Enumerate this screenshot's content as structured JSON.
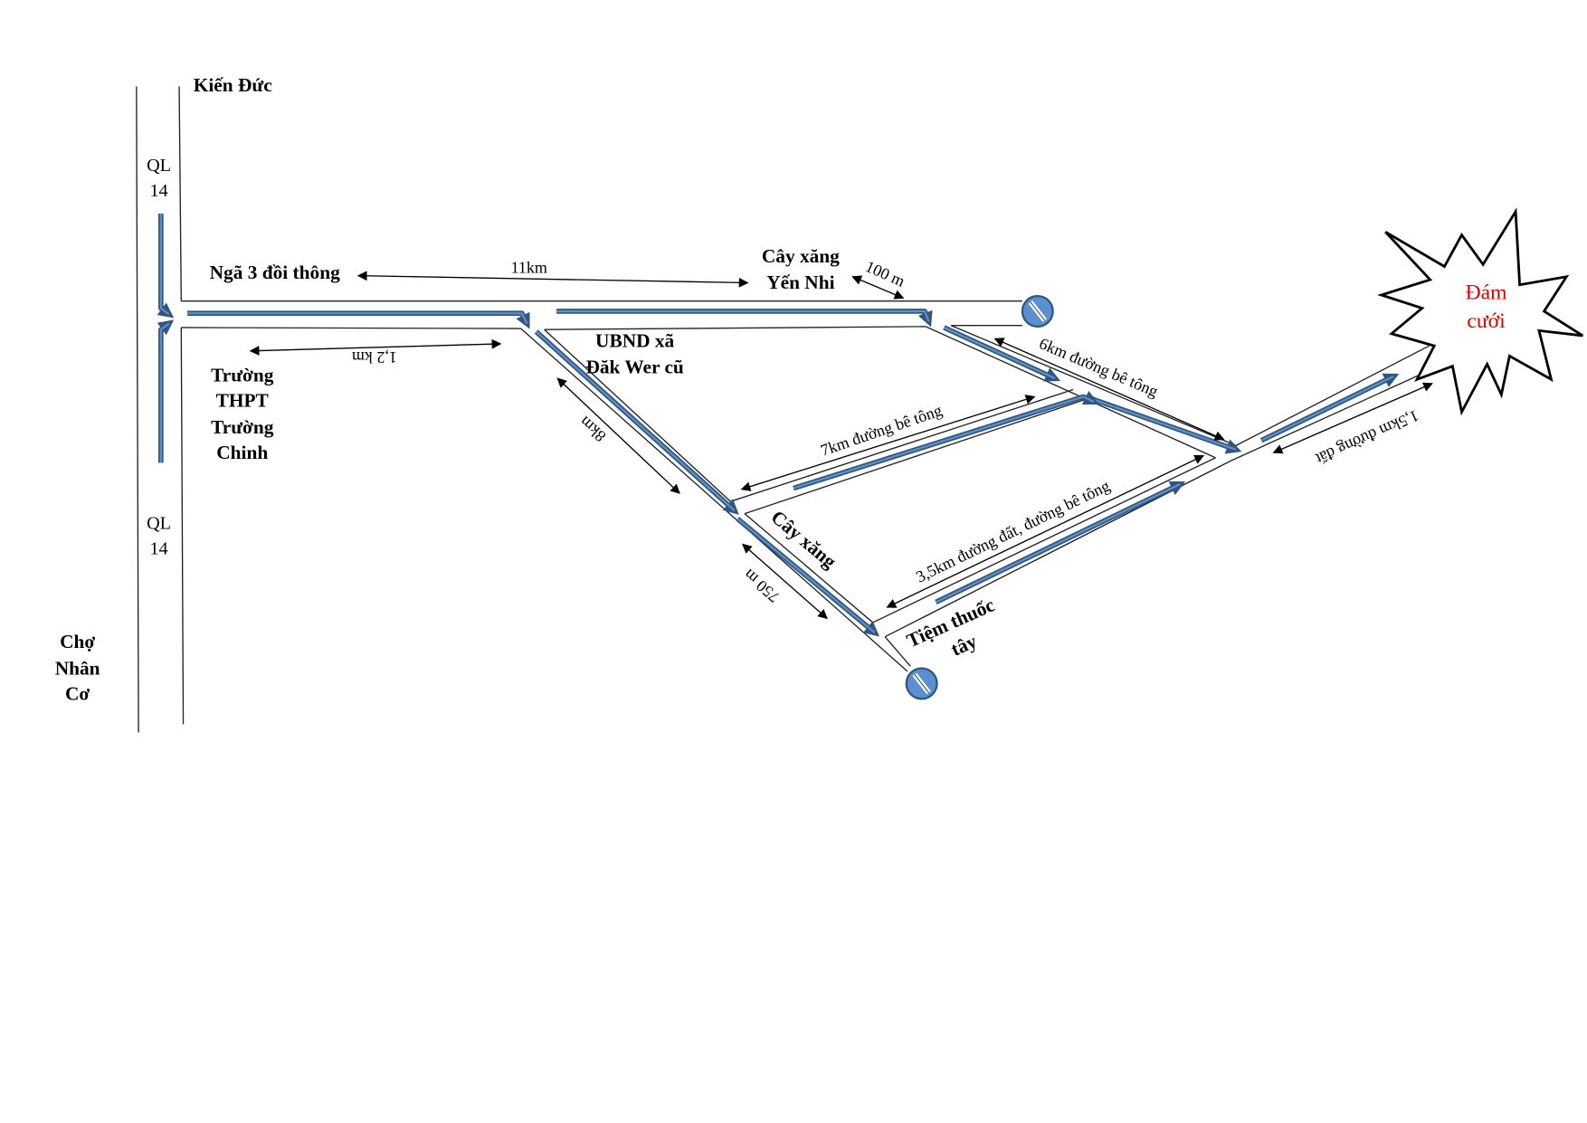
{
  "labels": {
    "kien_duc": "Kiến Đức",
    "ql14_top": [
      "QL",
      "14"
    ],
    "ql14_bottom": [
      "QL",
      "14"
    ],
    "nga3": "Ngã 3 đồi thông",
    "cay_xang_yen_nhi": [
      "Cây xăng",
      "Yến Nhi"
    ],
    "ubnd": [
      "UBND xã",
      "Đăk Wer cũ"
    ],
    "truong_thpt": [
      "Trường",
      "THPT",
      "Trường",
      "Chinh"
    ],
    "cay_xang": "Cây xăng",
    "tiem_thuoc": [
      "Tiệm thuốc",
      "tây"
    ],
    "cho_nhan_co": [
      "Chợ",
      "Nhân",
      "Cơ"
    ],
    "dam_cuoi": [
      "Đám",
      "cưới"
    ]
  },
  "distances": {
    "d11km": "11km",
    "d100m": "100 m",
    "d1_2km": "1,2 km",
    "d8km": "8km",
    "d6km": "6km đường bê tông",
    "d7km": "7km đường bê tông",
    "d750m": "750 m",
    "d3_5km": "3,5km đường đất, đường bê tông",
    "d1_5km": "1,5km đường đất"
  },
  "icons": {
    "road_block": "no-entry-icon",
    "destination": "explosion-star-icon"
  },
  "colors": {
    "route": "#2f5680",
    "route_light": "#5f8fc4",
    "road_block": "#5b8fd0",
    "destination_text": "#e00000"
  }
}
